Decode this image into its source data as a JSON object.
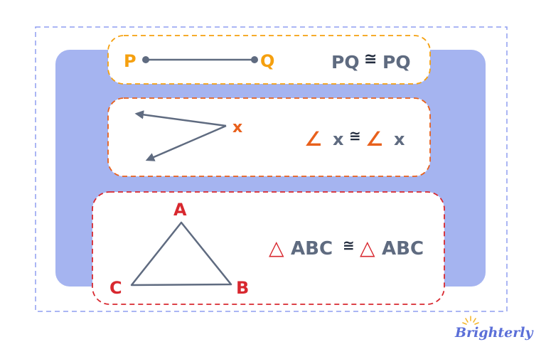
{
  "colors": {
    "frame": "#8f9ef0",
    "panel": "#a5b4f0",
    "segment": "#f5a00f",
    "angle": "#e8601c",
    "triangle": "#d8282f",
    "ink": "#5f6b80",
    "logo": "#5b6fd8",
    "logo_sun": "#f5b82e"
  },
  "segment": {
    "start_label": "P",
    "end_label": "Q",
    "statement_left": "PQ",
    "congruent": "≅",
    "statement_right": "PQ"
  },
  "angle": {
    "vertex_label": "x",
    "symbol": "∠",
    "statement_left": "x",
    "congruent": "≅",
    "statement_right": "x"
  },
  "triangle": {
    "vertex_a": "A",
    "vertex_b": "B",
    "vertex_c": "C",
    "symbol": "△",
    "statement_left": "ABC",
    "congruent": "≅",
    "statement_right": "ABC"
  },
  "logo": {
    "text": "Brighterly"
  }
}
